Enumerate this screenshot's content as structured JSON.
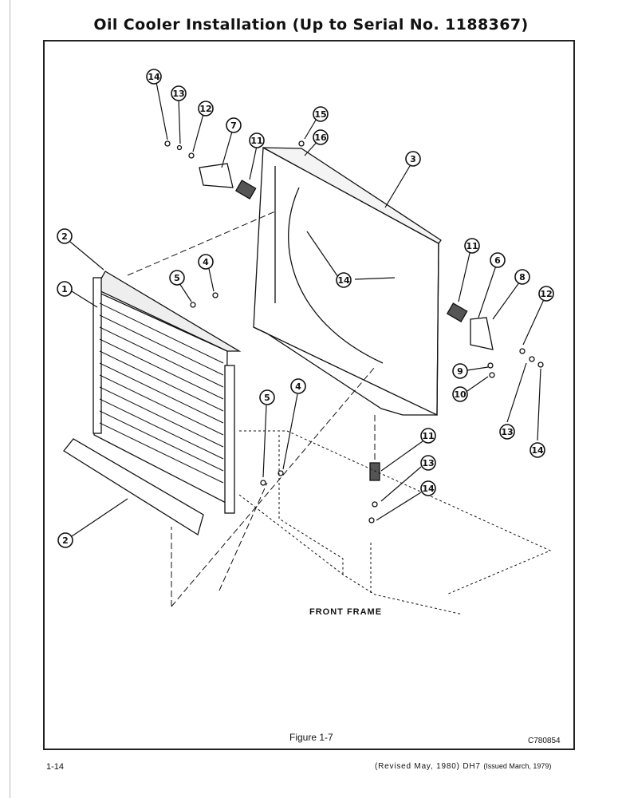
{
  "page": {
    "title": "Oil Cooler Installation (Up to Serial No. 1188367)",
    "figure_caption": "Figure 1-7",
    "drawing_number": "C780854",
    "page_number": "1-14",
    "revision_text": "(Revised May, 1980)",
    "doc_code": "DH7",
    "issued_text": "(Issued March, 1979)"
  },
  "diagram": {
    "front_frame_label": "FRONT FRAME",
    "callouts": [
      "14",
      "13",
      "12",
      "7",
      "11",
      "15",
      "16",
      "3",
      "2",
      "4",
      "5",
      "1",
      "14",
      "11",
      "6",
      "8",
      "12",
      "9",
      "10",
      "13",
      "14",
      "5",
      "4",
      "11",
      "13",
      "14",
      "2"
    ]
  }
}
